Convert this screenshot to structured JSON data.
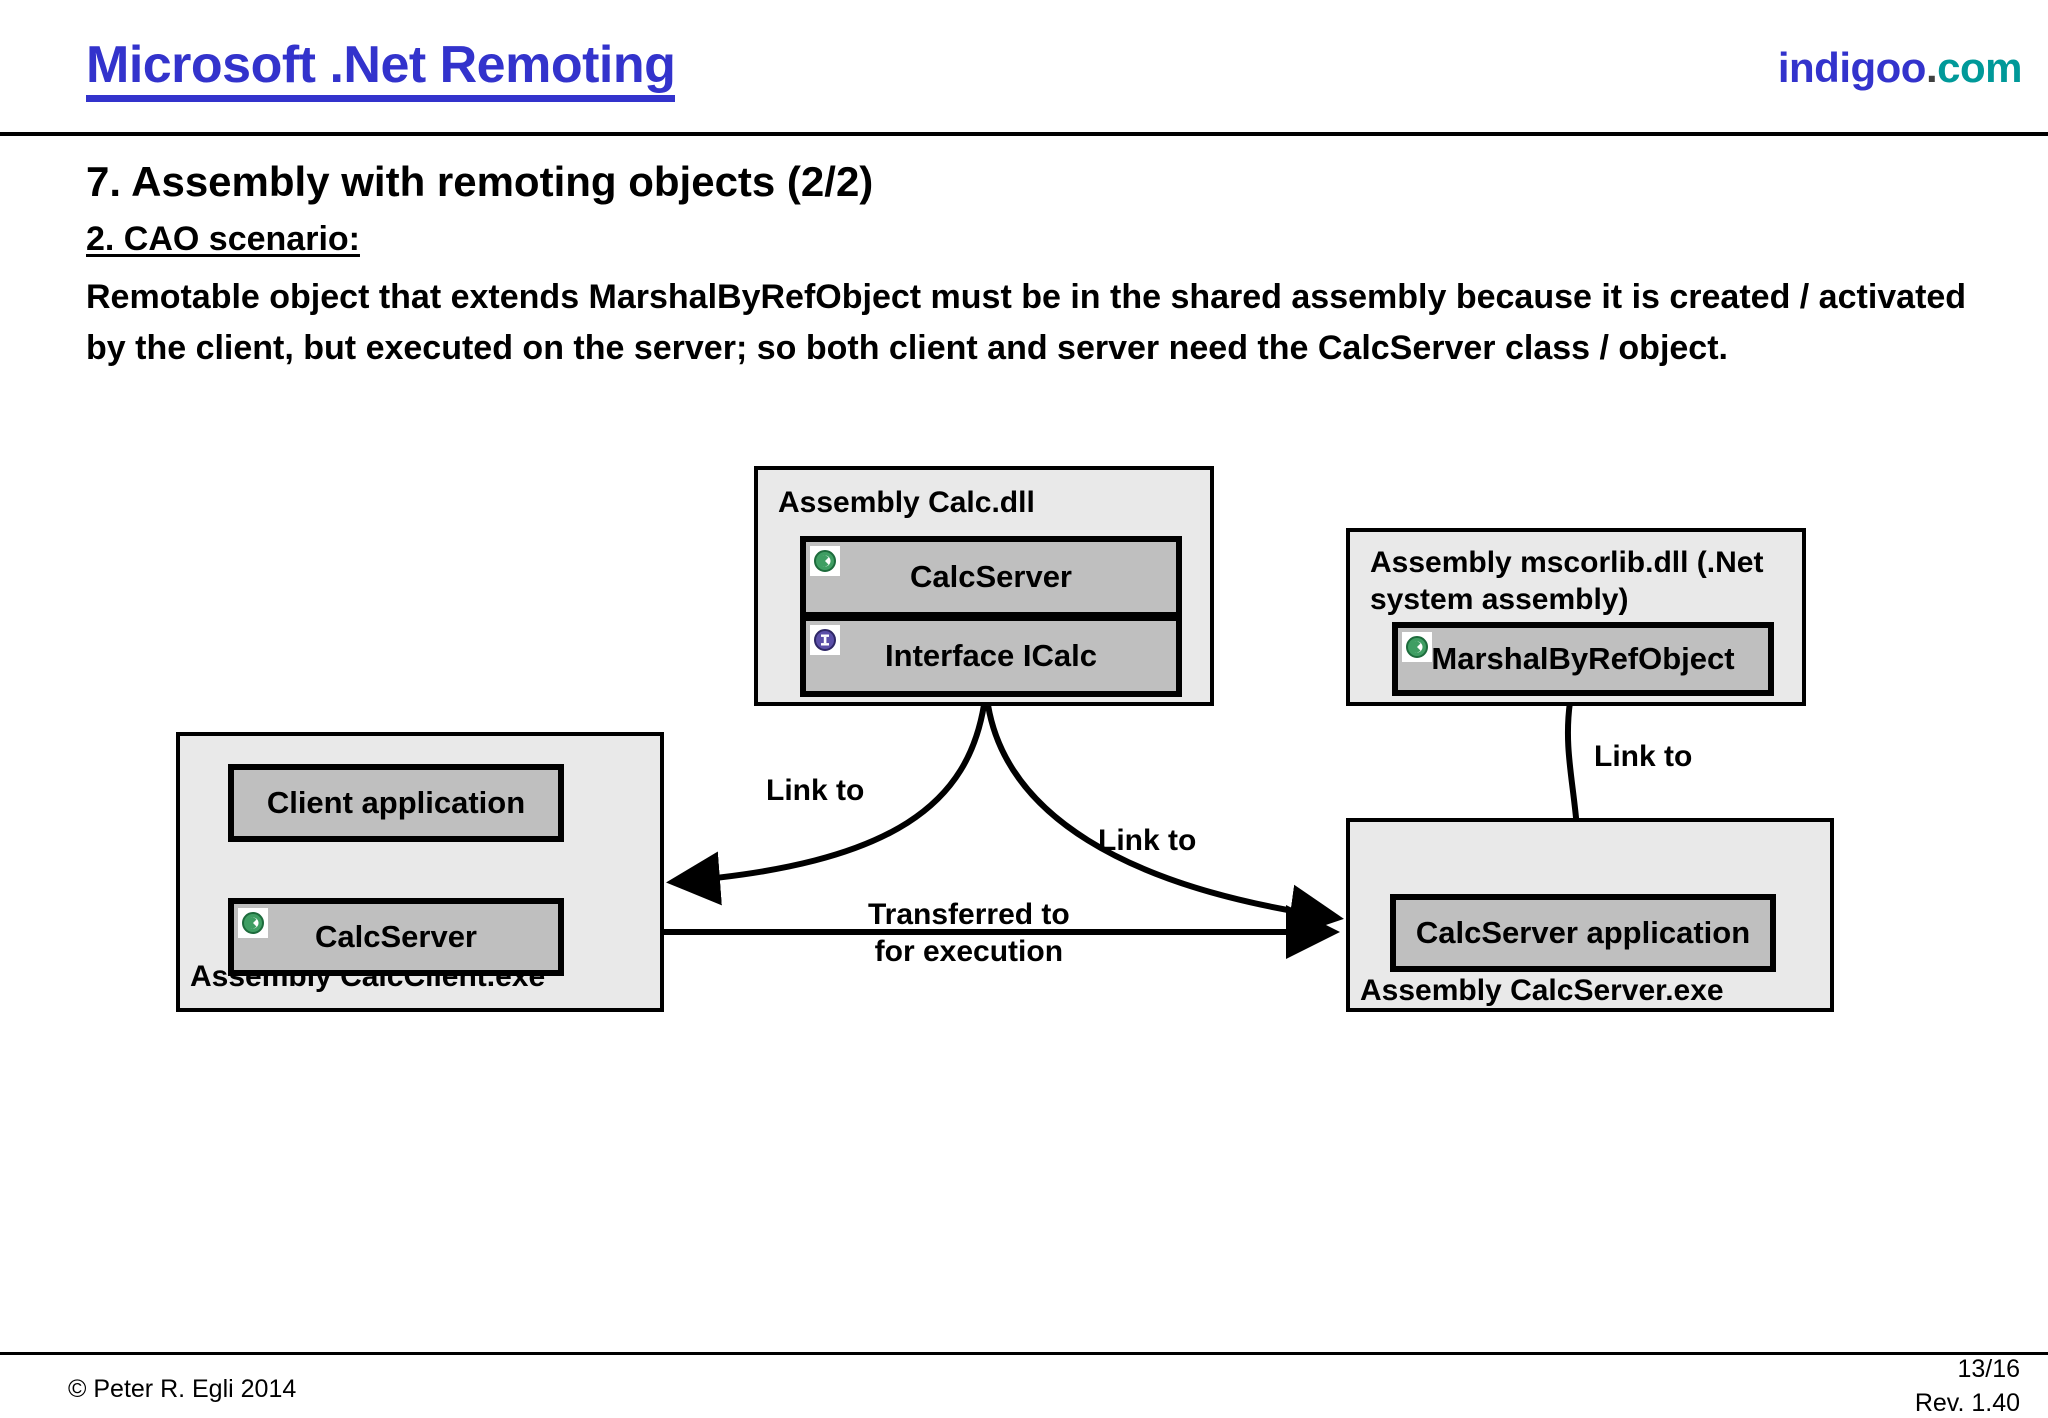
{
  "header": {
    "title": "Microsoft .Net Remoting",
    "brand": {
      "name": "indigoo",
      "dot": ".",
      "tld": "com"
    },
    "title_color": "#3333cc",
    "brand_color": "#3333cc",
    "tld_color": "#009999"
  },
  "content": {
    "heading": "7. Assembly with remoting objects (2/2)",
    "subheading": "2. CAO scenario:",
    "paragraph": "Remotable object that extends MarshalByRefObject must be in the shared assembly because it is created / activated by the client, but executed on the server; so both client and server need the CalcServer class / object."
  },
  "diagram": {
    "assemblies": [
      {
        "id": "calc-dll",
        "label": "Assembly Calc.dll"
      },
      {
        "id": "mscorlib-dll",
        "label": "Assembly mscorlib.dll (.Net\nsystem assembly)"
      },
      {
        "id": "calcclient-exe",
        "label": "Assembly CalcClient.exe"
      },
      {
        "id": "calcserver-exe",
        "label": "Assembly CalcServer.exe"
      }
    ],
    "nodes": [
      {
        "id": "calcserver-class",
        "label": "CalcServer",
        "icon": "uml-class-icon"
      },
      {
        "id": "icalc-interface",
        "label": "Interface ICalc",
        "icon": "uml-interface-icon"
      },
      {
        "id": "marshalbyrefobject",
        "label": "MarshalByRefObject",
        "icon": "uml-class-icon"
      },
      {
        "id": "client-application",
        "label": "Client application",
        "icon": "none"
      },
      {
        "id": "calcserver-client",
        "label": "CalcServer",
        "icon": "uml-class-icon"
      },
      {
        "id": "calcserver-app",
        "label": "CalcServer application",
        "icon": "none"
      }
    ],
    "edge_labels": [
      {
        "id": "link-to-client",
        "text": "Link to"
      },
      {
        "id": "link-to-server",
        "text": "Link to"
      },
      {
        "id": "link-to-mscorlib",
        "text": "Link to"
      },
      {
        "id": "transferred",
        "text": "Transferred to\nfor execution"
      }
    ],
    "colors": {
      "assembly_fill": "#e9e9e9",
      "node_fill": "#bfbfbf",
      "stroke": "#000000",
      "class_icon": "#2e8b57",
      "interface_icon": "#5b4fa8"
    }
  },
  "footer": {
    "copyright": "© Peter R. Egli 2014",
    "page": "13/16",
    "revision": "Rev. 1.40"
  }
}
